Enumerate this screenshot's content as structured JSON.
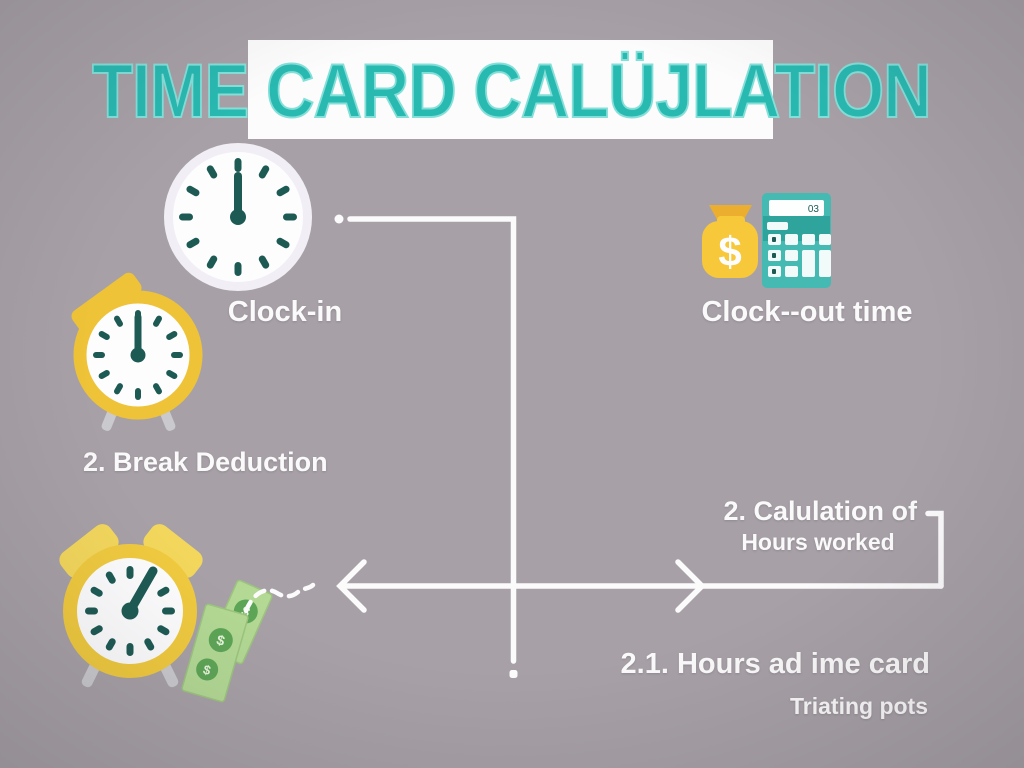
{
  "title": {
    "text": "TIME CARD CALÜJLATION"
  },
  "labels": {
    "clock_in": "Clock-in",
    "clock_out": "Clock--out time",
    "break_deduction": "2. Break Deduction",
    "calculation_line1": "2. Calulation of",
    "calculation_line2": "Hours worked",
    "hours_card": "2.1. Hours ad ime card",
    "hours_card_sub": "Triating pots"
  },
  "icons": {
    "dollar_sign": "$",
    "calculator_display": "03"
  },
  "colors": {
    "background": "#a7a1a7",
    "title_fill": "#28b9b1",
    "title_outline": "#85dfd9",
    "title_box": "#fcfcfc",
    "label_text": "#fbfafa",
    "connector": "#fcfbfc",
    "clock_dark_teal": "#1d5a54",
    "clock_face": "#fdfdfe",
    "clock_halo": "#f1eef6",
    "alarm_ring_yellow": "#efc337",
    "alarm_ring_yellow2": "#f0ca3e",
    "bell_light_yellow": "#f3d75c",
    "leg_gray": "#c9c9ce",
    "money_bag_yellow": "#f6c83a",
    "money_bag_tie": "#ecae2e",
    "calculator_teal": "#44bab2",
    "calculator_band_teal": "#2fa49c",
    "bill_green": "#b3d994",
    "bill_emblem_green": "#5da556"
  }
}
